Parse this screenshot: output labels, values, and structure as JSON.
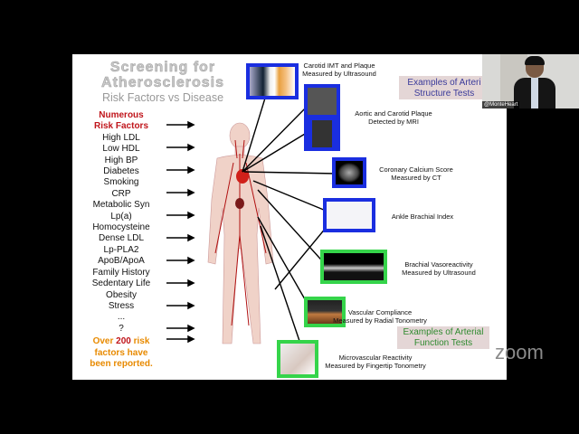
{
  "slide": {
    "title_line1": "Screening for",
    "title_line2": "Atherosclerosis",
    "subtitle": "Risk Factors vs Disease",
    "risk_header_1": "Numerous",
    "risk_header_2": "Risk Factors",
    "risk_factors": [
      "High LDL",
      "Low HDL",
      "High BP",
      "Diabetes",
      "Smoking",
      "CRP",
      "Metabolic Syn",
      "Lp(a)",
      "Homocysteine",
      "Dense LDL",
      "Lp-PLA2",
      "ApoB/ApoA",
      "Family History",
      "Sedentary Life",
      "Obesity",
      "Stress",
      "...",
      "?"
    ],
    "footer_pre": "Over ",
    "footer_num": "200",
    "footer_post": " risk",
    "footer_line2": "factors have",
    "footer_line3": "been reported.",
    "structure_box": {
      "line1": "Examples of Arteri",
      "line2": "Structure Tests"
    },
    "function_box": {
      "line1": "Examples of Arterial",
      "line2": "Function Tests"
    },
    "tests": [
      {
        "line1": "Carotid IMT and Plaque",
        "line2": "Measured by Ultrasound"
      },
      {
        "line1": "Aortic and Carotid Plaque",
        "line2": "Detected by MRI"
      },
      {
        "line1": "Coronary Calcium Score",
        "line2": "Measured by CT"
      },
      {
        "line1": "Ankle Brachial Index",
        "line2": ""
      },
      {
        "line1": "Brachial Vasoreactivity",
        "line2": "Measured by Ultrasound"
      },
      {
        "line1": "Vascular Compliance",
        "line2": "Measured by Radial Tonometry"
      },
      {
        "line1": "Microvascular Reactivity",
        "line2": "Measured by Fingertip Tonometry"
      }
    ],
    "colors": {
      "structure": "#1a2ee0",
      "function": "#35d44a",
      "risk_red": "#c0151b",
      "orange": "#e88a00"
    }
  },
  "participant": {
    "name": "@MonteHeart"
  },
  "watermark": "zoom"
}
